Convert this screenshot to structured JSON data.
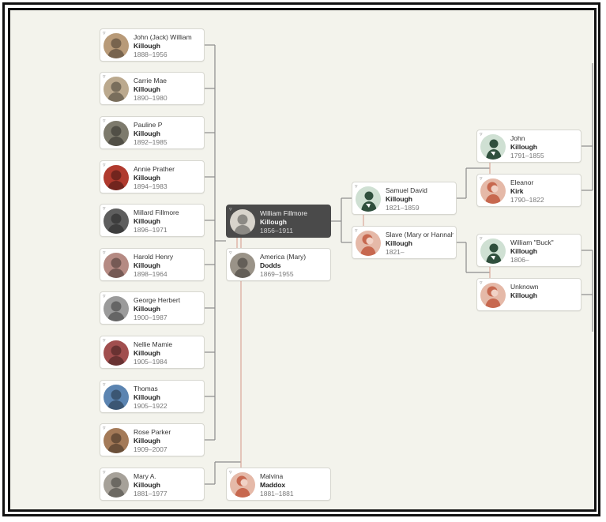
{
  "tree": {
    "children": [
      {
        "given": "John (Jack) William",
        "surname": "Killough",
        "dates": "1888–1956",
        "photo": "photo",
        "tone": "#b89a78"
      },
      {
        "given": "Carrie Mae",
        "surname": "Killough",
        "dates": "1890–1980",
        "photo": "photo",
        "tone": "#bba98e"
      },
      {
        "given": "Pauline P",
        "surname": "Killough",
        "dates": "1892–1985",
        "photo": "photo",
        "tone": "#7d7a6c"
      },
      {
        "given": "Annie Prather",
        "surname": "Killough",
        "dates": "1894–1983",
        "photo": "photo",
        "tone": "#b03a2e"
      },
      {
        "given": "Millard Fillmore",
        "surname": "Killough",
        "dates": "1896–1971",
        "photo": "photo",
        "tone": "#5e5e5e"
      },
      {
        "given": "Harold Henry",
        "surname": "Killough",
        "dates": "1898–1964",
        "photo": "photo",
        "tone": "#b58a83"
      },
      {
        "given": "George Herbert",
        "surname": "Killough",
        "dates": "1900–1987",
        "photo": "photo",
        "tone": "#9b9b9b"
      },
      {
        "given": "Nellie Mamie",
        "surname": "Killough",
        "dates": "1905–1984",
        "photo": "photo",
        "tone": "#a14e4e"
      },
      {
        "given": "Thomas",
        "surname": "Killough",
        "dates": "1905–1922",
        "photo": "photo",
        "tone": "#5b84b1"
      },
      {
        "given": "Rose Parker",
        "surname": "Killough",
        "dates": "1909–2007",
        "photo": "photo",
        "tone": "#a47a58"
      },
      {
        "given": "Mary A.",
        "surname": "Killough",
        "dates": "1881–1977",
        "photo": "photo",
        "tone": "#a6a199"
      }
    ],
    "focus": {
      "given": "William Fillmore",
      "surname": "Killough",
      "dates": "1856–1911",
      "photo": "photo",
      "tone": "#d8d4cc"
    },
    "spouse": {
      "given": "America (Mary)",
      "surname": "Dodds",
      "dates": "1869–1955",
      "photo": "photo",
      "tone": "#9a9388"
    },
    "spouse2": {
      "given": "Malvina",
      "surname": "Maddox",
      "dates": "1881–1881",
      "photo": "female-silhouette",
      "tone": "#e5b9a8"
    },
    "parents": [
      {
        "given": "Samuel David",
        "surname": "Killough",
        "dates": "1821–1859",
        "photo": "male-silhouette",
        "tone": "#cfe0d3"
      },
      {
        "given": "Slave (Mary or Hannah)",
        "surname": "Killough",
        "dates": "1821–",
        "photo": "female-silhouette",
        "tone": "#e5b9a8"
      }
    ],
    "grandparents": [
      {
        "given": "John",
        "surname": "Killough",
        "dates": "1791–1855",
        "photo": "male-silhouette",
        "tone": "#cfe0d3"
      },
      {
        "given": "Eleanor",
        "surname": "Kirk",
        "dates": "1790–1822",
        "photo": "female-silhouette",
        "tone": "#e5b9a8"
      },
      {
        "given": "William \"Buck\"",
        "surname": "Killough",
        "dates": "1806–",
        "photo": "male-silhouette",
        "tone": "#cfe0d3"
      },
      {
        "given": "Unknown",
        "surname": "Killough",
        "dates": "",
        "photo": "female-silhouette",
        "tone": "#e5b9a8"
      }
    ],
    "hint_icon": "hint-leaf-icon",
    "colors": {
      "canvas": "#f3f3ec",
      "line": "#8c8c8c",
      "selected": "#4a4a4a",
      "accent_line": "#d9a79a"
    }
  }
}
